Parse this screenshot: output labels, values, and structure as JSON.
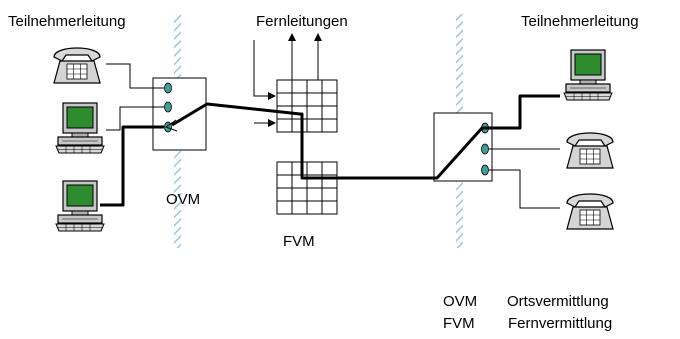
{
  "labels": {
    "subscriber_line_left": "Teilnehmerleitung",
    "subscriber_line_right": "Teilnehmerleitung",
    "trunk_lines": "Fernleitungen",
    "local_exchange": "OVM",
    "trunk_exchange": "FVM"
  },
  "legend": [
    {
      "abbr": "OVM",
      "text": "Ortsvermittlung"
    },
    {
      "abbr": "FVM",
      "text": "Fernvermittlung"
    }
  ],
  "icons": {
    "telephone": "telephone-icon",
    "computer": "computer-terminal-icon"
  },
  "colors": {
    "hatch": "#9fc7d6",
    "screen": "#2e8b2e",
    "port": "#3f9f95",
    "device_body": "#c8c8c8"
  }
}
